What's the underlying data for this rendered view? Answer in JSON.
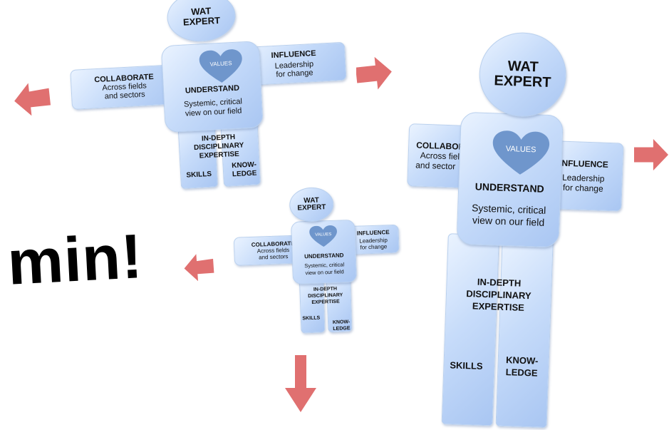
{
  "figure": {
    "head": "WAT EXPERT",
    "head_line1": "WAT",
    "head_line2": "EXPERT",
    "values": "VALUES",
    "collaborate_title": "COLLABORATE",
    "collaborate_sub1": "Across fields",
    "collaborate_sub2": "and sectors",
    "influence_title": "INFLUENCE",
    "influence_sub1": "Leadership",
    "influence_sub2": "for change",
    "understand_title": "UNDERSTAND",
    "understand_sub1": "Systemic, critical",
    "understand_sub2": "view on our field",
    "depth1": "IN-DEPTH",
    "depth2": "DISCIPLINARY",
    "depth3": "EXPERTISE",
    "skills": "SKILLS",
    "know1": "KNOW-",
    "know2": "LEDGE"
  },
  "big_figure_collaborate_title": "COLLABORA",
  "big_figure_collaborate_sub1": "Across fiel",
  "big_figure_collaborate_sub2": "and sector",
  "caption": "min!",
  "colors": {
    "arrow": "#e07070",
    "heart": "#6f96cc",
    "body_light": "#eaf3ff",
    "body_dark": "#a9c6f2"
  }
}
